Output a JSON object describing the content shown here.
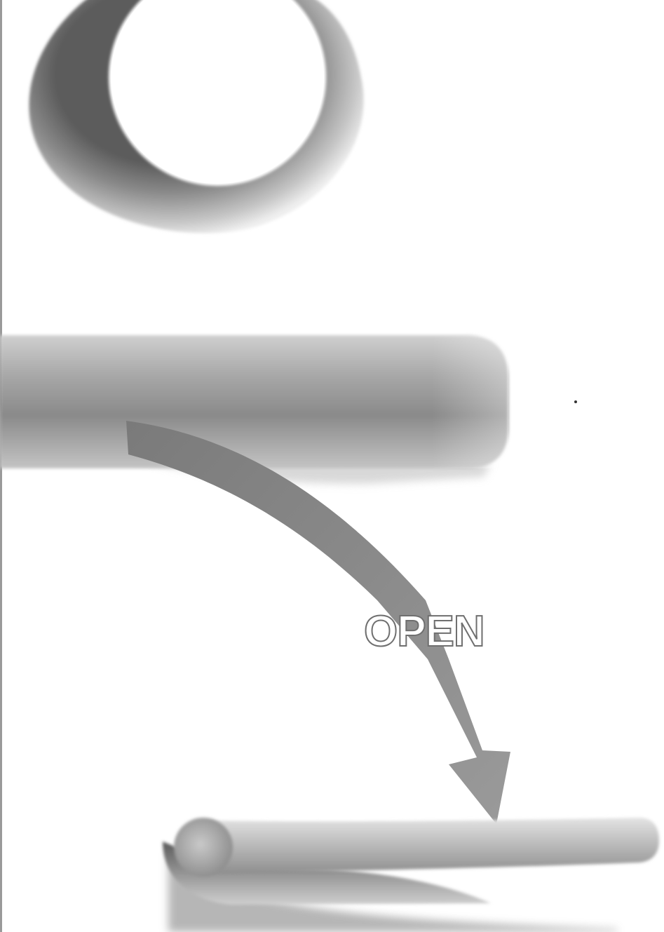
{
  "diagram": {
    "instruction_label": "OPEN",
    "colors": {
      "paper": "#ffffff",
      "metal_dark": "#6e6e6e",
      "metal_mid": "#a2a2a2",
      "metal_light": "#d8d8d8",
      "arrow_fill": "#8c8c8c",
      "label_outline": "#6f6f6f"
    },
    "parts": [
      {
        "name": "ring",
        "icon": "ring-icon"
      },
      {
        "name": "lever-closed",
        "icon": "lever-icon"
      },
      {
        "name": "lever-open",
        "icon": "lever-icon"
      },
      {
        "name": "arrow",
        "icon": "curved-arrow-icon"
      }
    ]
  }
}
